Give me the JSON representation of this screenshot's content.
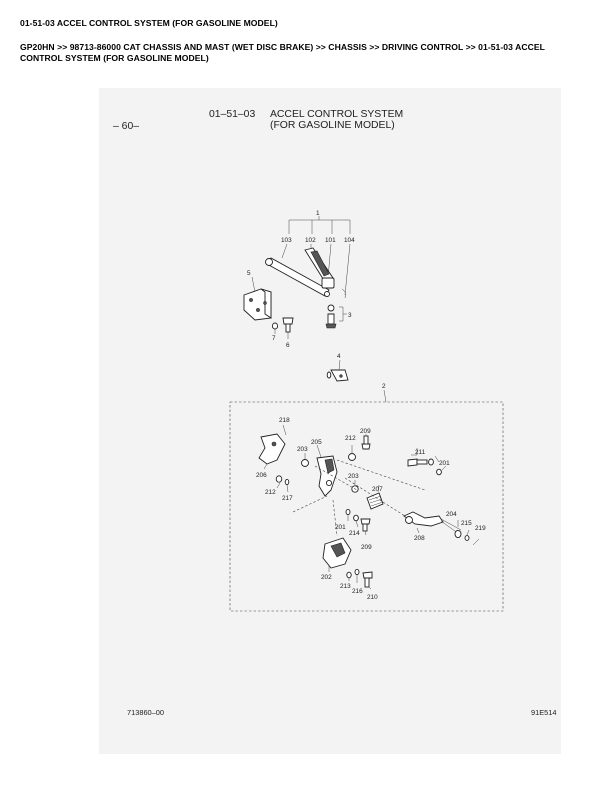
{
  "page": {
    "title": "01-51-03 ACCEL CONTROL SYSTEM (FOR GASOLINE MODEL)",
    "breadcrumb": "GP20HN >> 98713-86000 CAT CHASSIS AND MAST (WET DISC BRAKE) >> CHASSIS >> DRIVING CONTROL >> 01-51-03 ACCEL CONTROL SYSTEM (FOR GASOLINE MODEL)"
  },
  "sheet": {
    "page_number": "– 60–",
    "section_number": "01–51–03",
    "title_line1": "ACCEL CONTROL SYSTEM",
    "title_line2": "(FOR GASOLINE MODEL)",
    "drawing_number": "713860–00",
    "code": "91E514"
  },
  "callouts": {
    "c1": "1",
    "c2": "2",
    "c3": "3",
    "c4": "4",
    "c5": "5",
    "c6": "6",
    "c7": "7",
    "c101": "101",
    "c102": "102",
    "c103": "103",
    "c104": "104",
    "c201": "201",
    "c201b": "201",
    "c202": "202",
    "c203": "203",
    "c203b": "203",
    "c204": "204",
    "c205": "205",
    "c206": "206",
    "c207": "207",
    "c208": "208",
    "c209": "209",
    "c209b": "209",
    "c210": "210",
    "c211": "211",
    "c212": "212",
    "c212b": "212",
    "c213": "213",
    "c214": "214",
    "c215": "215",
    "c216": "216",
    "c217": "217",
    "c218": "218",
    "c219": "219"
  }
}
